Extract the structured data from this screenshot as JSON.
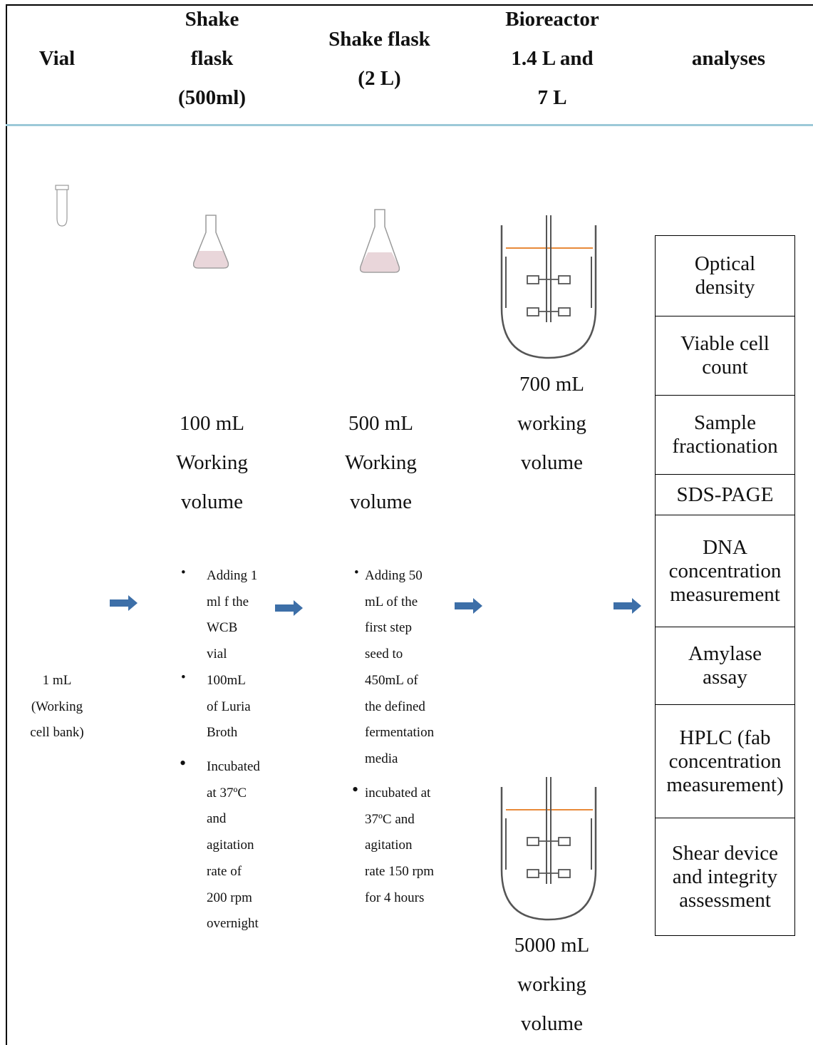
{
  "headers": {
    "vial": [
      "Vial"
    ],
    "shake_flask_500": [
      "Shake",
      "flask",
      "(500ml)"
    ],
    "shake_flask_2l": [
      "Shake flask",
      "(2 L)"
    ],
    "bioreactor": [
      "Bioreactor",
      "1.4 L and",
      "7 L"
    ],
    "analyses": [
      "analyses"
    ]
  },
  "vial_volume": [
    "1 mL",
    "(Working",
    "cell bank)"
  ],
  "flask1_volume": [
    "100 mL",
    "Working",
    "volume"
  ],
  "flask2_volume": [
    "500 mL",
    "Working",
    "volume"
  ],
  "bioreactor_small_volume": [
    "700 mL",
    "working",
    "volume"
  ],
  "bioreactor_large_volume": [
    "5000 mL",
    "working",
    "volume"
  ],
  "flask1_steps": [
    {
      "lines": [
        "Adding 1",
        "ml f the",
        "WCB",
        "vial"
      ]
    },
    {
      "lines": [
        "100mL",
        "of Luria",
        "Broth"
      ]
    },
    {
      "lines": [
        "Incubated",
        "at 37ºC",
        "and",
        "agitation",
        "rate of",
        "200 rpm",
        "overnight"
      ]
    }
  ],
  "flask2_steps": [
    {
      "lines": [
        "Adding 50",
        "mL of the",
        "first step",
        "seed to",
        "450mL of",
        "the defined",
        "fermentation",
        "media"
      ]
    },
    {
      "lines": [
        "incubated at",
        "37ºC and",
        "agitation",
        "rate 150 rpm",
        "for 4 hours"
      ]
    }
  ],
  "analyses_list": [
    [
      "Optical",
      "density"
    ],
    [
      "Viable cell",
      "count"
    ],
    [
      "Sample",
      "fractionation"
    ],
    [
      "SDS-PAGE"
    ],
    [
      "DNA",
      "concentration",
      "measurement"
    ],
    [
      "Amylase",
      "assay"
    ],
    [
      "HPLC (fab",
      "concentration",
      "measurement)"
    ],
    [
      "Shear device",
      "and integrity",
      "assessment"
    ]
  ],
  "colors": {
    "header_rule": "#9cc9d8",
    "arrow": "#3d6fa8",
    "liquid_level": "#e88a3a",
    "flask_liquid": "#e9d6da",
    "vessel_outline": "#555555"
  },
  "icons": [
    "tube-icon",
    "flask-icon",
    "bioreactor-icon",
    "arrow-right-icon"
  ]
}
